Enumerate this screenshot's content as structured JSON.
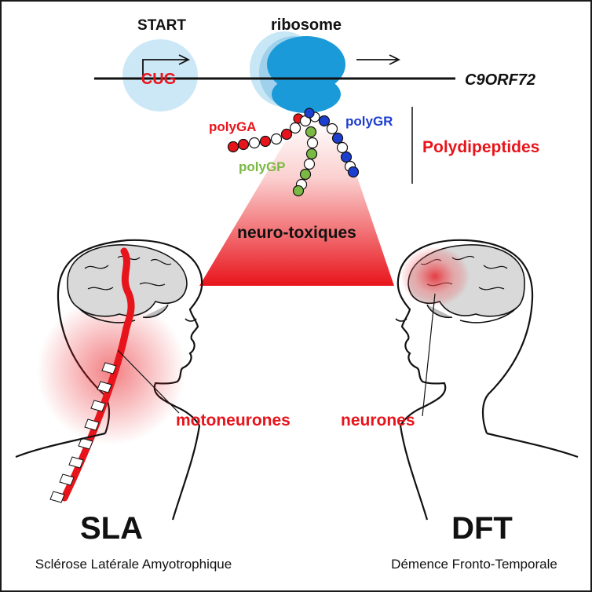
{
  "labels": {
    "start": "START",
    "ribosome": "ribosome",
    "codon": "CUG",
    "gene": "C9ORF72",
    "poly_ga": "polyGA",
    "poly_gp": "polyGP",
    "poly_gr": "polyGR",
    "polydipeptides": "Polydipeptides",
    "neurotoxic": "neuro-toxiques",
    "motoneurons": "motoneurones",
    "neurons": "neurones",
    "sla_abbr": "SLA",
    "sla_full": "Sclérose Latérale Amyotrophique",
    "dft_abbr": "DFT",
    "dft_full": "Démence Fronto-Temporale"
  },
  "colors": {
    "red": "#e8141b",
    "blue": "#1d3fcf",
    "green": "#7bb844",
    "ribosome": "#1a9ad8",
    "ribosome_ghost": "#c7e6f6",
    "black": "#111111",
    "brain": "#cfcfcf"
  }
}
